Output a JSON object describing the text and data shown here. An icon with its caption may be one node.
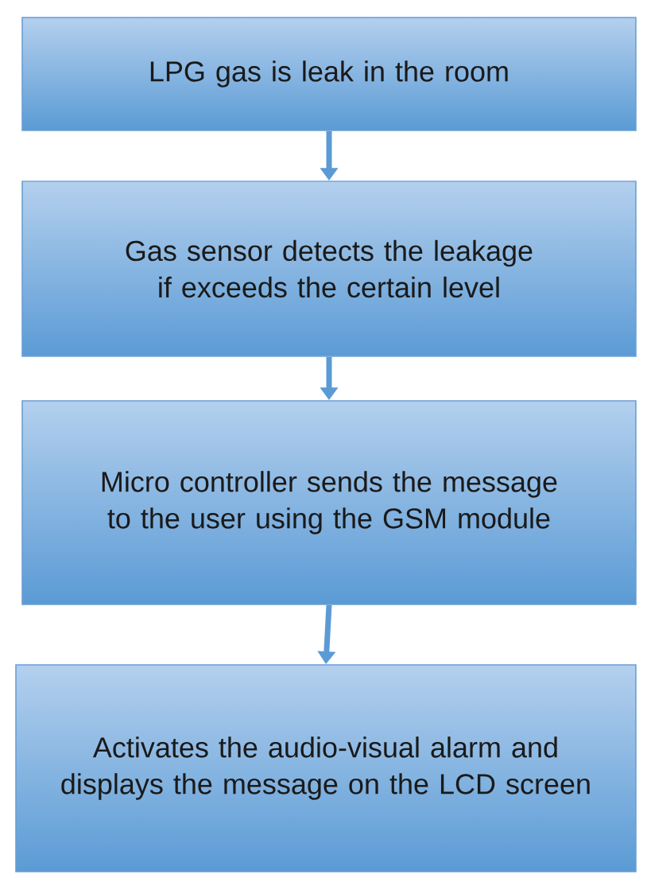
{
  "diagram": {
    "nodes": [
      {
        "text": [
          "LPG gas is leak in the room"
        ]
      },
      {
        "text": [
          "Gas sensor detects the leakage if exceeds the certain level"
        ]
      },
      {
        "text": [
          "Micro controller sends the message to the user using the GSM module"
        ]
      },
      {
        "text": [
          "Activates the audio-visual alarm and displays the message on the LCD screen"
        ]
      }
    ],
    "edges": [
      {
        "from": 0,
        "to": 1,
        "arrow": "to"
      },
      {
        "from": 1,
        "to": 2,
        "arrow": "to"
      },
      {
        "from": 2,
        "to": 3,
        "arrow": "to"
      }
    ]
  }
}
